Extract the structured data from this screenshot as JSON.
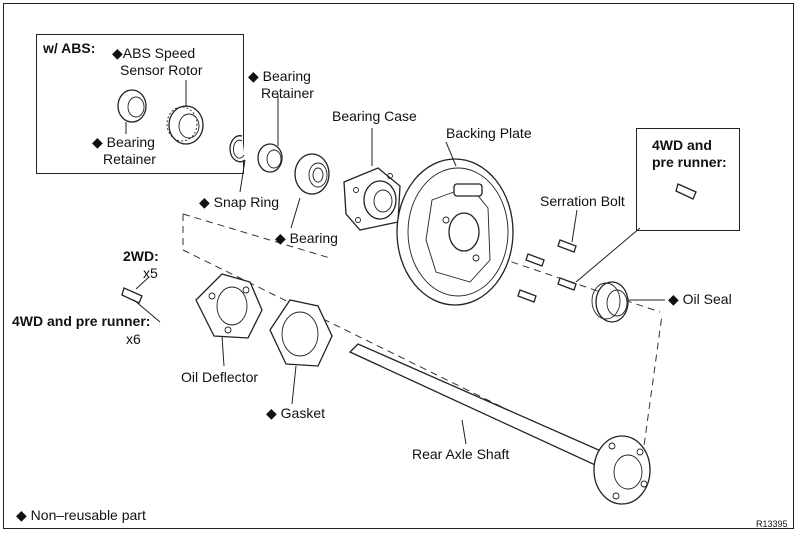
{
  "figure_id": "R13395",
  "symbol": "◆",
  "abs_box": {
    "title": "w/  ABS:",
    "rotor_label": [
      "ABS Speed",
      "Sensor Rotor"
    ],
    "retainer_label": [
      "Bearing",
      "Retainer"
    ]
  },
  "labels": {
    "bearing_retainer": [
      "Bearing",
      "Retainer"
    ],
    "bearing_case": "Bearing Case",
    "backing_plate": "Backing Plate",
    "snap_ring": "Snap Ring",
    "bearing": "Bearing",
    "serration_bolt": "Serration Bolt",
    "oil_seal": "Oil Seal",
    "oil_deflector": "Oil Deflector",
    "gasket": "Gasket",
    "rear_axle_shaft": "Rear Axle Shaft"
  },
  "bolt_counts": {
    "two_wd": "2WD:",
    "two_wd_qty": "x5",
    "four_wd": "4WD and pre runner:",
    "four_wd_qty": "x6"
  },
  "pre_runner_box": {
    "title": [
      "4WD and",
      "pre runner:"
    ]
  },
  "legend": "Non–reusable part"
}
